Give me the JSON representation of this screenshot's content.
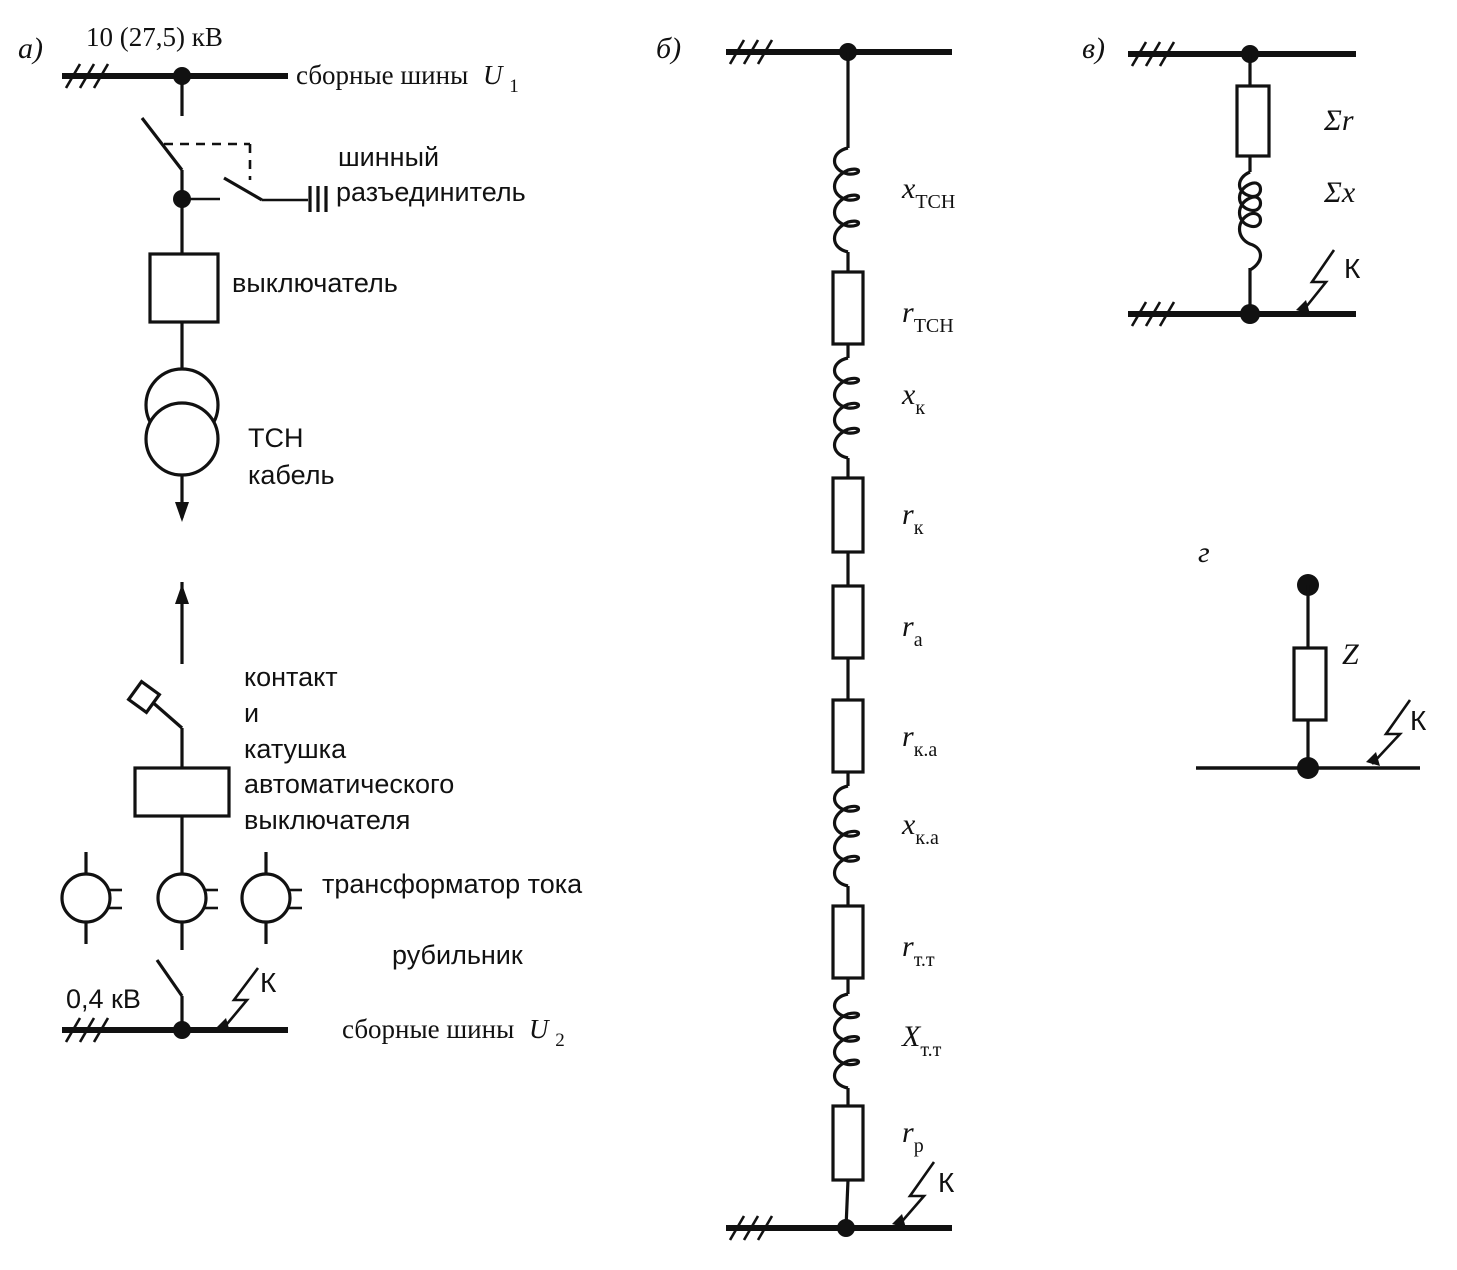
{
  "panels": {
    "a": "а)",
    "b": "б)",
    "v": "в)",
    "g": "г"
  },
  "scheme_a": {
    "voltage_high": "10 (27,5) кВ",
    "bus_u1_text": "сборные шины",
    "bus_u1_symbol": "U",
    "bus_u1_sub": "1",
    "disconnector_line1": "шинный",
    "disconnector_line2": "разъединитель",
    "breaker": "выключатель",
    "transformer": "ТСН",
    "cable": "кабель",
    "contact_lines": [
      "контакт",
      "и",
      "катушка",
      "автоматического",
      "выключателя"
    ],
    "current_transformer": "трансформатор тока",
    "knife_switch": "рубильник",
    "voltage_low": "0,4 кВ",
    "fault_label": "К",
    "bus_u2_text": "сборные шины",
    "bus_u2_symbol": "U",
    "bus_u2_sub": "2"
  },
  "scheme_b": {
    "elements": [
      {
        "symbol": "x",
        "sub": "ТСН"
      },
      {
        "symbol": "r",
        "sub": "ТСН"
      },
      {
        "symbol": "x",
        "sub": "к"
      },
      {
        "symbol": "r",
        "sub": "к"
      },
      {
        "symbol": "r",
        "sub": "а"
      },
      {
        "symbol": "r",
        "sub": "к.а"
      },
      {
        "symbol": "x",
        "sub": "к.а"
      },
      {
        "symbol": "r",
        "sub": "т.т"
      },
      {
        "symbol": "X",
        "sub": "т.т"
      },
      {
        "symbol": "r",
        "sub": "р"
      }
    ],
    "fault_label": "К"
  },
  "scheme_v": {
    "sum_r": "Σr",
    "sum_x": "Σx",
    "fault_label": "К"
  },
  "scheme_g": {
    "impedance": "Z",
    "fault_label": "К"
  }
}
